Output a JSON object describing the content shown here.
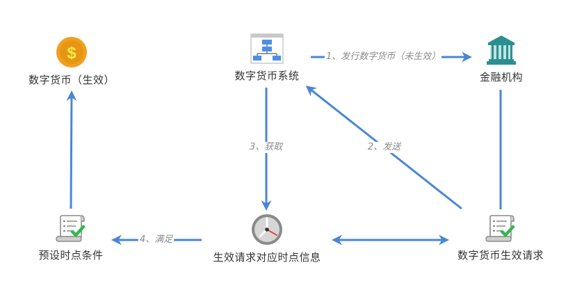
{
  "colors": {
    "arrow": "#4a86d6",
    "label_text": "#333333",
    "edge_label_text": "#8a8a8a",
    "coin_outer": "#f0a020",
    "coin_inner": "#e69612",
    "coin_symbol": "#ffe94a",
    "bank": "#2b8f8f",
    "flowchart_box": "#4a90e8",
    "check": "#2fb84e",
    "clock_rim": "#8a8a8a",
    "clock_hand": "#e04a4a"
  },
  "nodes": {
    "digital_currency_active": {
      "label": "数字货币（生效）",
      "icon": "coin-dollar-icon"
    },
    "digital_currency_system": {
      "label": "数字货币系统",
      "icon": "flowchart-icon"
    },
    "financial_institution": {
      "label": "金融机构",
      "icon": "bank-icon"
    },
    "preset_time_condition": {
      "label": "预设时点条件",
      "icon": "checklist-scroll-icon"
    },
    "request_time_info": {
      "label": "生效请求对应时点信息",
      "icon": "clock-icon"
    },
    "currency_activation_request": {
      "label": "数字货币生效请求",
      "icon": "checklist-scroll-icon"
    }
  },
  "edges": {
    "issue": {
      "label": "1、发行数字货币（未生效）",
      "from": "数字货币系统",
      "to": "金融机构"
    },
    "send": {
      "label": "2、发送",
      "from": "数字货币生效请求",
      "to": "数字货币系统"
    },
    "fetch": {
      "label": "3、获取",
      "from": "数字货币系统",
      "to": "生效请求对应时点信息"
    },
    "satisfy": {
      "label": "4、满足",
      "from": "生效请求对应时点信息",
      "to": "预设时点条件"
    },
    "bidirectional": {
      "label": "",
      "from": "生效请求对应时点信息",
      "to": "数字货币生效请求"
    },
    "activate": {
      "label": "",
      "from": "预设时点条件",
      "to": "数字货币（生效）"
    },
    "institution_request": {
      "label": "",
      "from": "金融机构",
      "to": "数字货币生效请求"
    }
  }
}
